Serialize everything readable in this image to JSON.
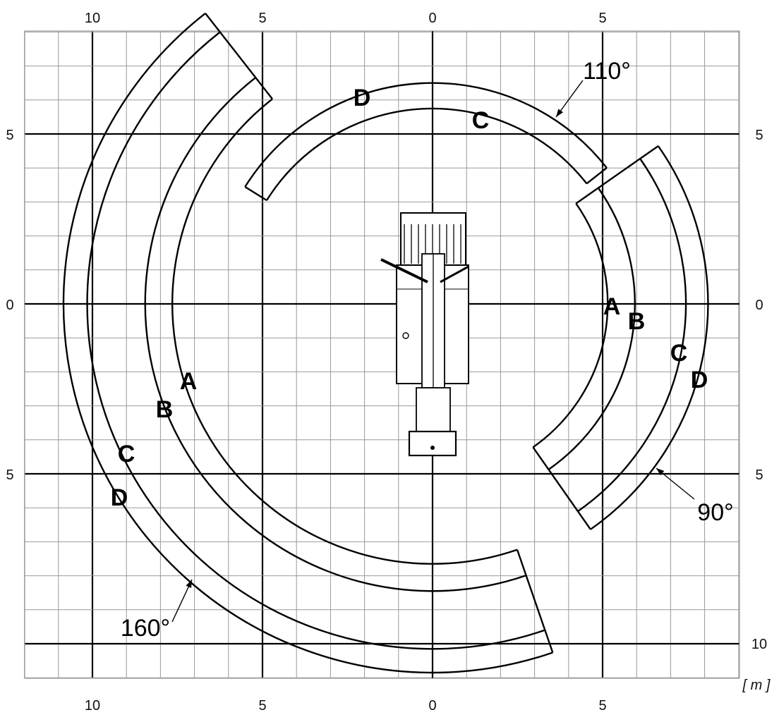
{
  "x_ticks": [
    "10",
    "5",
    "0",
    "5"
  ],
  "y_ticks": [
    "5",
    "0",
    "5",
    "10"
  ],
  "unit_label": "[ m ]",
  "zones": {
    "A": [
      {
        "r": 7.65,
        "angle_from_forward_deg": 160
      },
      {
        "r": 5.15,
        "angle_from_forward_deg": 90
      }
    ],
    "B": [
      {
        "r": 8.45,
        "angle_from_forward_deg": 160
      },
      {
        "r": 5.95,
        "angle_from_forward_deg": 90
      }
    ],
    "C": [
      {
        "r": 5.75,
        "angle_from_forward_deg": 110
      },
      {
        "r": 10.15,
        "angle_from_forward_deg": 160
      },
      {
        "r": 7.45,
        "angle_from_forward_deg": 90
      }
    ],
    "D": [
      {
        "r": 6.5,
        "angle_from_forward_deg": 110
      },
      {
        "r": 10.85,
        "angle_from_forward_deg": 160
      },
      {
        "r": 8.1,
        "angle_from_forward_deg": 90
      }
    ]
  },
  "angle_labels": [
    "110°",
    "160°",
    "90°"
  ],
  "colors": {
    "line": "#000000",
    "grid": "#999999",
    "background": "#ffffff"
  }
}
